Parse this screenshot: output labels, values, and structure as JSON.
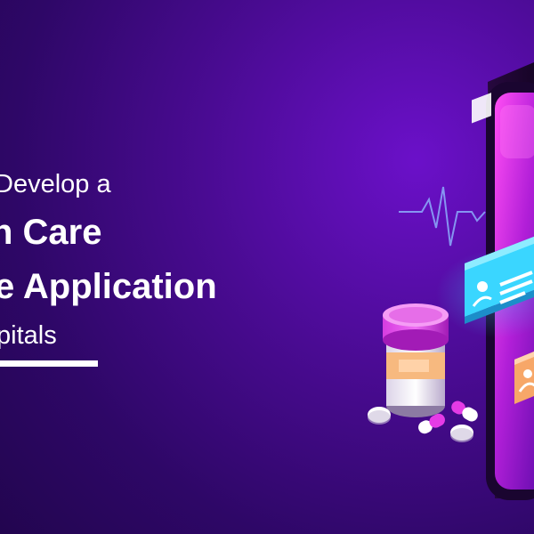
{
  "headline": {
    "line1": "Develop a",
    "line2": "h Care",
    "line3": "e Application",
    "line4": "pitals"
  },
  "colors": {
    "background": "#3a0a80",
    "accent_pink": "#e53be6",
    "accent_cyan": "#3ad6ff",
    "card_orange": "#f7a768",
    "text": "#ffffff"
  },
  "icons": [
    "heartbeat-line-icon",
    "doctor-card-icon",
    "patient-card-icon",
    "medicine-bottle-icon",
    "pill-capsule-icon",
    "smartphone-icon"
  ]
}
